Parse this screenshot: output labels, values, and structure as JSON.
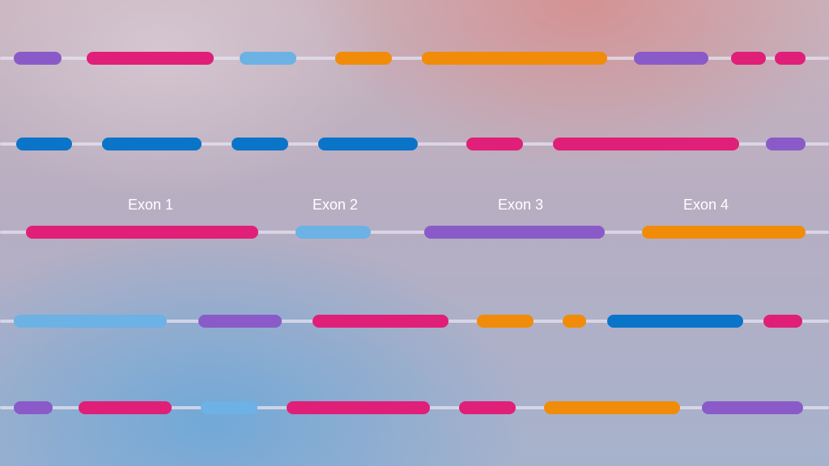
{
  "colors": {
    "purple": "#8a5bc8",
    "pink": "#e01f78",
    "light_blue": "#6cb2e4",
    "orange": "#f08c0a",
    "blue": "#0a74c8",
    "track": "#e6e2f0"
  },
  "exon_labels": [
    "Exon 1",
    "Exon 2",
    "Exon 3",
    "Exon 4"
  ],
  "rows": [
    {
      "segments": [
        "purple",
        "pink",
        "light_blue",
        "orange",
        "orange",
        "purple",
        "pink",
        "pink"
      ]
    },
    {
      "segments": [
        "blue",
        "blue",
        "blue",
        "blue",
        "pink",
        "pink",
        "purple"
      ]
    },
    {
      "segments": [
        "pink",
        "light_blue",
        "purple",
        "orange"
      ]
    },
    {
      "segments": [
        "light_blue",
        "purple",
        "pink",
        "orange",
        "orange",
        "blue",
        "pink"
      ]
    },
    {
      "segments": [
        "purple",
        "pink",
        "light_blue",
        "pink",
        "pink",
        "orange",
        "purple"
      ]
    }
  ]
}
